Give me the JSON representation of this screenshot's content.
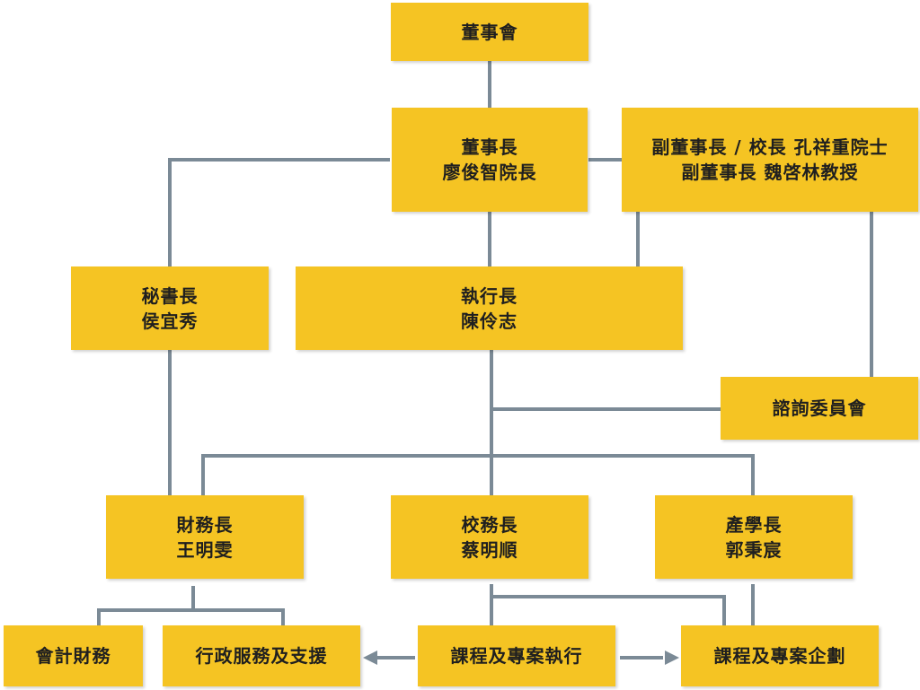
{
  "nodes": {
    "board": {
      "line1": "董事會"
    },
    "chairman": {
      "line1": "董事長",
      "line2": "廖俊智院長"
    },
    "vice_chair": {
      "line1": "副董事長 / 校長 孔祥重院士",
      "line2": "副董事長 魏啓林教授"
    },
    "secretary_general": {
      "line1": "秘書長",
      "line2": "侯宜秀"
    },
    "ceo": {
      "line1": "執行長",
      "line2": "陳伶志"
    },
    "advisory_committee": {
      "line1": "諮詢委員會"
    },
    "cfo": {
      "line1": "財務長",
      "line2": "王明雯"
    },
    "provost": {
      "line1": "校務長",
      "line2": "蔡明順"
    },
    "industry_academia": {
      "line1": "產學長",
      "line2": "郭秉宸"
    },
    "accounting": {
      "line1": "會計財務"
    },
    "admin_support": {
      "line1": "行政服務及支援"
    },
    "course_execution": {
      "line1": "課程及專案執行"
    },
    "course_planning": {
      "line1": "課程及專案企劃"
    }
  },
  "colors": {
    "box": "#f5c423",
    "connector": "#7b8a96",
    "text": "#1f1f1f"
  }
}
